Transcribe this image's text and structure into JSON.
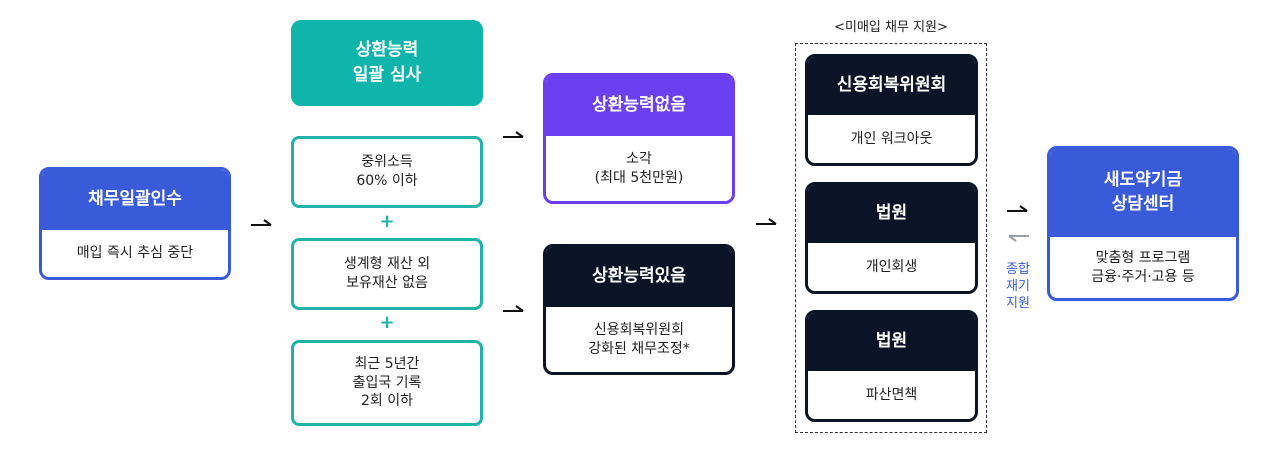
{
  "start": {
    "title": "채무일괄인수",
    "desc": "매입 즉시 추심 중단"
  },
  "review": {
    "title": "상환능력\n일괄 심사",
    "criteria": [
      "중위소득\n60% 이하",
      "생계형 재산 외\n보유재산 없음",
      "최근 5년간\n출입국 기록\n2회 이하"
    ],
    "plus": "+"
  },
  "outcomes": [
    {
      "title": "상환능력없음",
      "desc": "소각\n(최대 5천만원)"
    },
    {
      "title": "상환능력있음",
      "desc": "신용회복위원회\n강화된 채무조정*"
    }
  ],
  "support": {
    "label": "<미매입 채무 지원>",
    "items": [
      {
        "title": "신용회복위원회",
        "desc": "개인 워크아웃"
      },
      {
        "title": "법원",
        "desc": "개인회생"
      },
      {
        "title": "법원",
        "desc": "파산면책"
      }
    ]
  },
  "final": {
    "title": "새도약기금\n상담센터",
    "desc": "맞춤형 프로그램\n금융·주거·고용 등"
  },
  "side_label": "종합\n재기\n지원",
  "colors": {
    "blue": "#3a5bd9",
    "teal": "#1fb3aa",
    "purple": "#6b3ff0",
    "navy": "#0b1426",
    "gray": "#9aa0a6"
  }
}
